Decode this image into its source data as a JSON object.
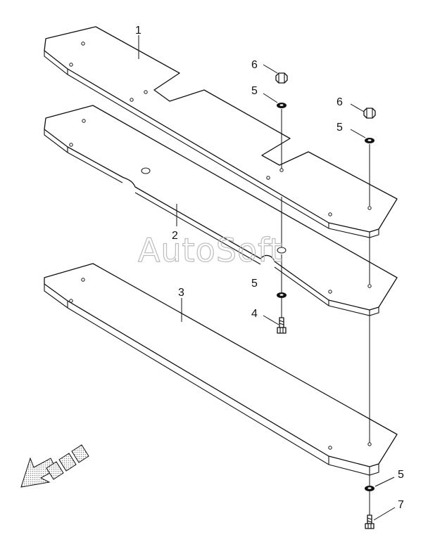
{
  "watermark": "AutoSoft",
  "callouts": {
    "c1": "1",
    "c2": "2",
    "c3": "3",
    "c4": "4",
    "c5a": "5",
    "c5b": "5",
    "c5c": "5",
    "c5d": "5",
    "c6a": "6",
    "c6b": "6",
    "c7": "7"
  },
  "colors": {
    "line": "#111111",
    "watermark": "#bdbdbd",
    "arrow_dots": "#8c8c8c"
  }
}
